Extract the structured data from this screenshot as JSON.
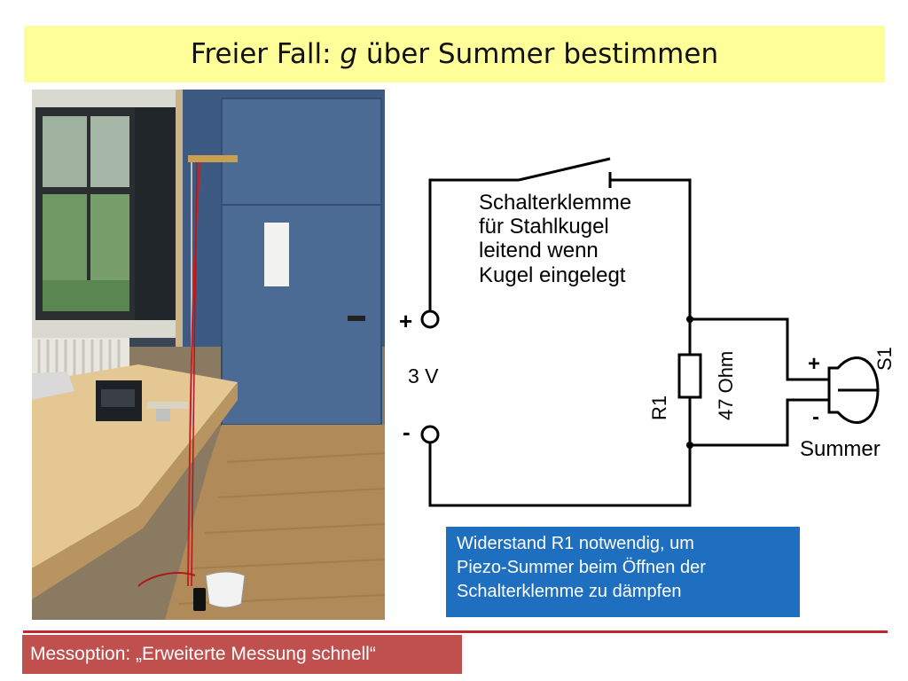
{
  "slide": {
    "title_prefix": "Freier Fall: ",
    "title_italic": "g",
    "title_suffix": " über Summer bestimmen"
  },
  "circuit": {
    "switch_label": [
      "Schalterklemme",
      "für Stahlkugel",
      "leitend wenn",
      "Kugel eingelegt"
    ],
    "plus_terminal": "+",
    "voltage": "3 V",
    "minus_terminal": "-",
    "resistor_name": "R1",
    "resistor_value": "47 Ohm",
    "buzzer_plus": "+",
    "buzzer_minus": "-",
    "buzzer_name": "S1",
    "buzzer_label": "Summer"
  },
  "note": {
    "lines": [
      "Widerstand R1 notwendig, um",
      "Piezo-Summer beim Öffnen der",
      "Schalterklemme zu dämpfen"
    ]
  },
  "footer": {
    "text": "Messoption: „Erweiterte Messung schnell“"
  },
  "colors": {
    "title_background": "#ffff99",
    "note_background": "#1f6fc0",
    "footer_background": "#c0504d",
    "rule": "#c0282d"
  }
}
